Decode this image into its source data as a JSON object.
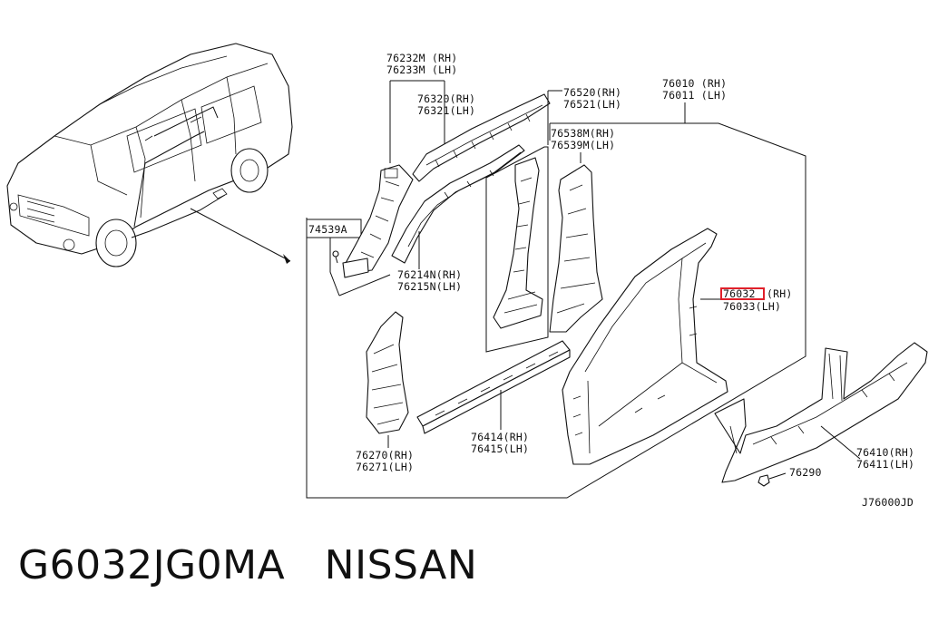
{
  "callouts": {
    "p76232": {
      "rh": "76232M (RH)",
      "lh": "76233M (LH)"
    },
    "p76320": {
      "rh": "76320(RH)",
      "lh": "76321(LH)"
    },
    "p76520": {
      "rh": "76520(RH)",
      "lh": "76521(LH)"
    },
    "p76010": {
      "rh": "76010 (RH)",
      "lh": "76011 (LH)"
    },
    "p76538": {
      "rh": "76538M(RH)",
      "lh": "76539M(LH)"
    },
    "p74539": {
      "label": "74539A"
    },
    "p76214": {
      "rh": "76214N(RH)",
      "lh": "76215N(LH)"
    },
    "p76032": {
      "rh": "(RH)",
      "lh": "76033(LH)"
    },
    "p76270": {
      "rh": "76270(RH)",
      "lh": "76271(LH)"
    },
    "p76414": {
      "rh": "76414(RH)",
      "lh": "76415(LH)"
    },
    "p76410": {
      "rh": "76410(RH)",
      "lh": "76411(LH)"
    },
    "p76290": {
      "label": "76290"
    }
  },
  "diagram_code": "J76000JD",
  "caption": {
    "part_number": "G6032JG0MA",
    "brand": "NISSAN"
  }
}
